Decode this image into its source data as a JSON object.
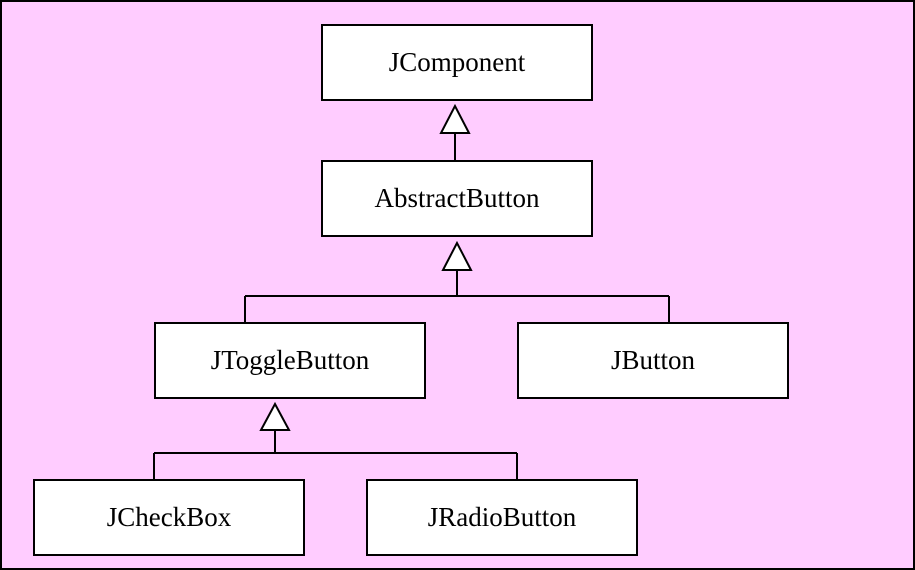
{
  "diagram": {
    "classes": {
      "jcomponent": "JComponent",
      "abstractbutton": "AbstractButton",
      "jtogglebutton": "JToggleButton",
      "jbutton": "JButton",
      "jcheckbox": "JCheckBox",
      "jradiobutton": "JRadioButton"
    },
    "inheritance": [
      {
        "child": "AbstractButton",
        "parent": "JComponent"
      },
      {
        "child": "JToggleButton",
        "parent": "AbstractButton"
      },
      {
        "child": "JButton",
        "parent": "AbstractButton"
      },
      {
        "child": "JCheckBox",
        "parent": "JToggleButton"
      },
      {
        "child": "JRadioButton",
        "parent": "JToggleButton"
      }
    ],
    "colors": {
      "background": "#ffccff",
      "box_fill": "#ffffff",
      "line": "#000000"
    }
  }
}
